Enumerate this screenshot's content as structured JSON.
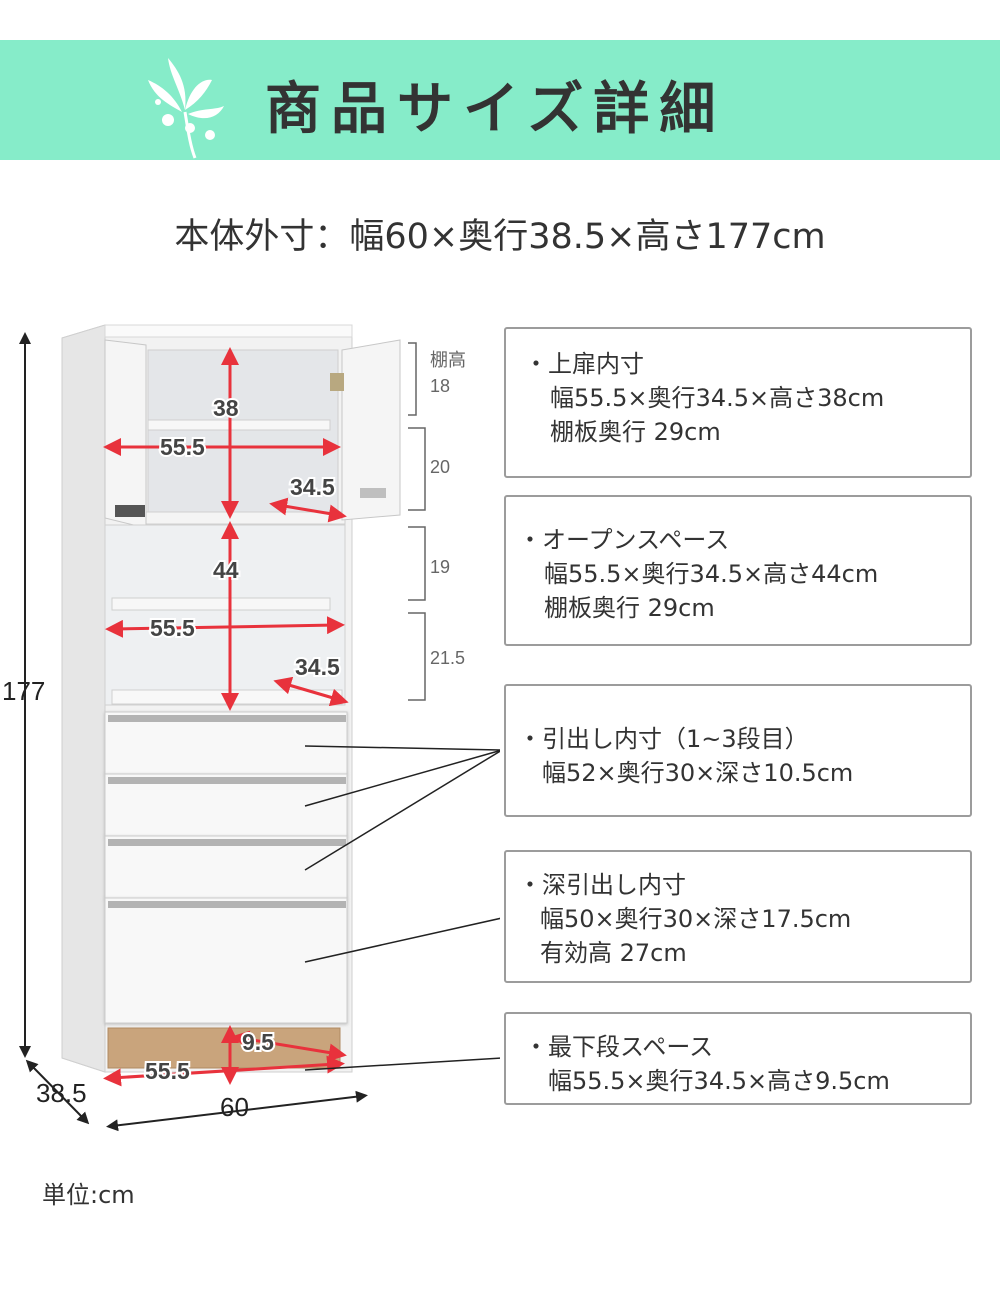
{
  "header": {
    "title": "商品サイズ詳細"
  },
  "subtitle": "本体外寸：幅60×奥行38.5×高さ177cm",
  "unit": "単位:cm",
  "colors": {
    "banner": "#86ecc9",
    "arrow": "#e8323c",
    "border": "#9c9c9c",
    "shelf_wood": "#c9a47c"
  },
  "overall_dims": {
    "height": "177",
    "width": "60",
    "depth": "38.5"
  },
  "shelf_heights": {
    "label_prefix": "棚高",
    "h1": "18",
    "h2": "20",
    "h3": "19",
    "h4": "21.5"
  },
  "inner_dims": {
    "upper_height": "38",
    "upper_width": "55.5",
    "upper_depth": "34.5",
    "open_height": "44",
    "open_width": "55.5",
    "open_depth": "34.5",
    "bottom_height": "9.5",
    "bottom_width": "55.5"
  },
  "info_boxes": [
    {
      "title": "・上扉内寸",
      "lines": [
        "幅55.5×奥行34.5×高さ38cm",
        "棚板奥行 29cm"
      ]
    },
    {
      "title": "・オープンスペース",
      "lines": [
        "幅55.5×奥行34.5×高さ44cm",
        "棚板奥行 29cm"
      ]
    },
    {
      "title": "・引出し内寸（1~3段目）",
      "lines": [
        "幅52×奥行30×深さ10.5cm"
      ]
    },
    {
      "title": "・深引出し内寸",
      "lines": [
        "幅50×奥行30×深さ17.5cm",
        "有効高 27cm"
      ]
    },
    {
      "title": "・最下段スペース",
      "lines": [
        "幅55.5×奥行34.5×高さ9.5cm"
      ]
    }
  ]
}
